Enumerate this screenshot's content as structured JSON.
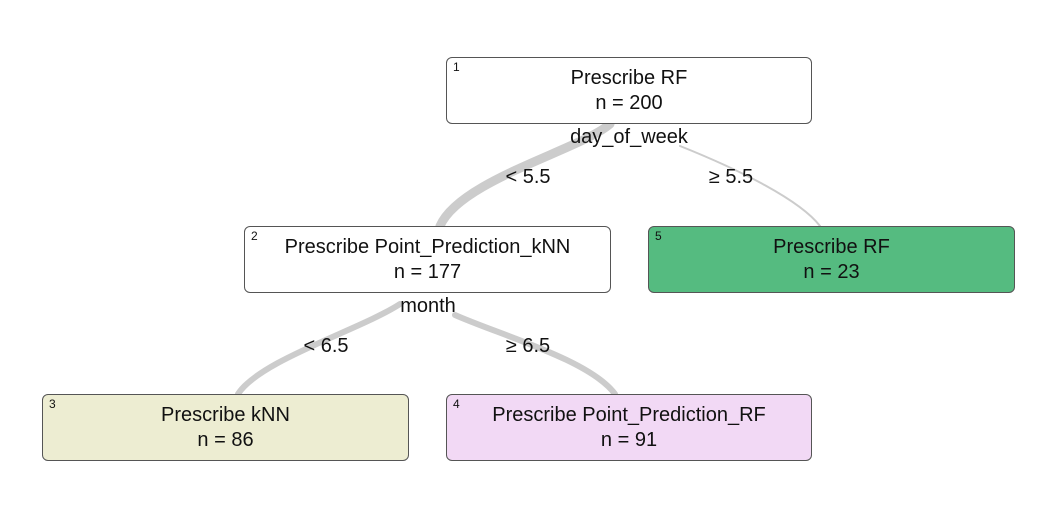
{
  "nodes": [
    {
      "id": "1",
      "label": "Prescribe RF",
      "count": "n = 200",
      "fill": "#ffffff"
    },
    {
      "id": "2",
      "label": "Prescribe Point_Prediction_kNN",
      "count": "n = 177",
      "fill": "#ffffff"
    },
    {
      "id": "3",
      "label": "Prescribe kNN",
      "count": "n = 86",
      "fill": "#ededd2"
    },
    {
      "id": "4",
      "label": "Prescribe Point_Prediction_RF",
      "count": "n = 91",
      "fill": "#f2d9f5"
    },
    {
      "id": "5",
      "label": "Prescribe RF",
      "count": "n = 23",
      "fill": "#55bb80"
    }
  ],
  "splits": {
    "node1": {
      "variable": "day_of_week",
      "left": "< 5.5",
      "right": "≥ 5.5"
    },
    "node2": {
      "variable": "month",
      "left": "< 6.5",
      "right": "≥ 6.5"
    }
  },
  "edge_color": "#cccccc"
}
